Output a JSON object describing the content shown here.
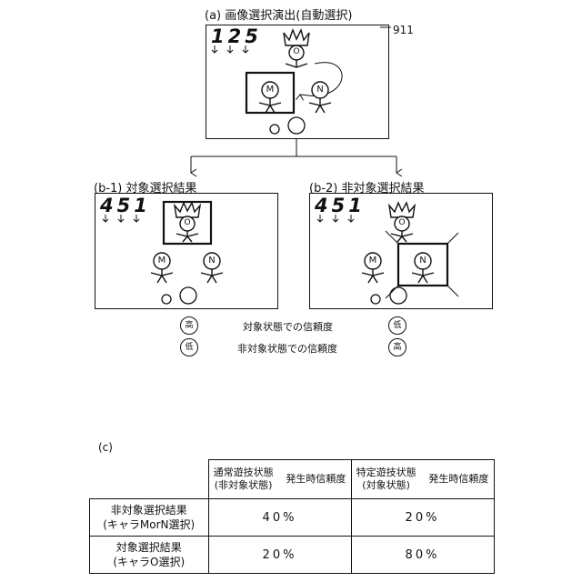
{
  "panel_a": {
    "title": "(a) 画像選択演出(自動選択)",
    "ref": "911",
    "digits": "125"
  },
  "panel_b1": {
    "title": "(b-1) 対象選択結果",
    "digits": "451"
  },
  "panel_b2": {
    "title": "(b-2) 非対象選択結果",
    "digits": "451"
  },
  "chars": {
    "o": "O",
    "m": "M",
    "n": "N"
  },
  "legend": {
    "row1_text": "対象状態での信頼度",
    "row2_text": "非対象状態での信頼度",
    "b1_row1": "高",
    "b1_row2": "低",
    "b2_row1": "低",
    "b2_row2": "高"
  },
  "table": {
    "label": "(c)",
    "col1_header_a": "通常遊技状態",
    "col1_header_b": "(非対象状態)",
    "col1_header_c": "発生時信頼度",
    "col2_header_a": "特定遊技状態",
    "col2_header_b": "(対象状態)",
    "col2_header_c": "発生時信頼度",
    "rows": [
      {
        "label_a": "非対象選択結果",
        "label_b": "(キャラMorN選択)",
        "v1": "40%",
        "v2": "20%"
      },
      {
        "label_a": "対象選択結果",
        "label_b": "(キャラO選択)",
        "v1": "20%",
        "v2": "80%"
      }
    ]
  }
}
